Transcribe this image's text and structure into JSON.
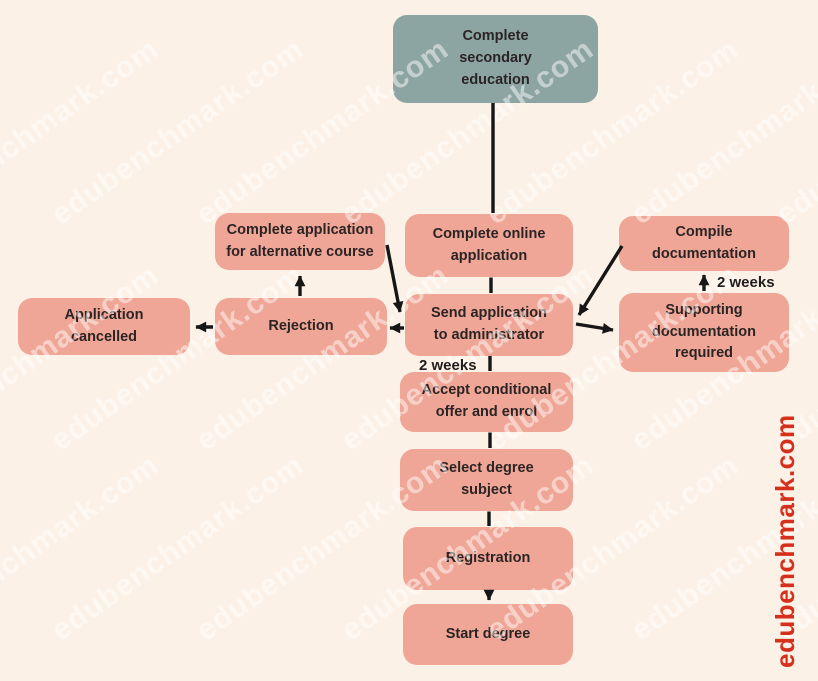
{
  "colors": {
    "background": "#fcf1e7",
    "node_fill": "#f0a696",
    "start_fill": "#8da5a2",
    "node_text": "#2b2425",
    "arrow": "#161616",
    "watermark_red": "#d6301c"
  },
  "nodes": {
    "secondary": {
      "label": "Complete\nsecondary\neducation"
    },
    "online_app": {
      "label": "Complete online\napplication"
    },
    "alt_course": {
      "label": "Complete application\nfor alternative course"
    },
    "cancelled": {
      "label": "Application\ncancelled"
    },
    "rejection": {
      "label": "Rejection"
    },
    "send_admin": {
      "label": "Send application\nto administrator"
    },
    "compile_doc": {
      "label": "Compile\ndocumentation"
    },
    "supporting_doc": {
      "label": "Supporting\ndocumentation\nrequired"
    },
    "accept_offer": {
      "label": "Accept conditional\noffer and enrol"
    },
    "select_degree": {
      "label": "Select degree\nsubject"
    },
    "registration": {
      "label": "Registration"
    },
    "start_degree": {
      "label": "Start degree"
    }
  },
  "annotations": {
    "send_to_accept_label": "2 weeks",
    "supporting_to_compile_label": "2 weeks"
  },
  "edges": [
    {
      "from": "secondary",
      "to": "online_app",
      "arrowhead": false
    },
    {
      "from": "online_app",
      "to": "send_admin",
      "arrowhead": false
    },
    {
      "from": "alt_course",
      "to": "send_admin",
      "arrowhead": true
    },
    {
      "from": "rejection",
      "to": "alt_course",
      "arrowhead": true
    },
    {
      "from": "rejection",
      "to": "cancelled",
      "arrowhead": true
    },
    {
      "from": "send_admin",
      "to": "rejection",
      "arrowhead": true
    },
    {
      "from": "compile_doc",
      "to": "send_admin",
      "arrowhead": true
    },
    {
      "from": "send_admin",
      "to": "supporting_doc",
      "arrowhead": true
    },
    {
      "from": "supporting_doc",
      "to": "compile_doc",
      "arrowhead": true,
      "label": "2 weeks"
    },
    {
      "from": "send_admin",
      "to": "accept_offer",
      "arrowhead": false,
      "label": "2 weeks"
    },
    {
      "from": "accept_offer",
      "to": "select_degree",
      "arrowhead": false
    },
    {
      "from": "select_degree",
      "to": "registration",
      "arrowhead": false
    },
    {
      "from": "registration",
      "to": "start_degree",
      "arrowhead": true
    }
  ],
  "watermark": {
    "diagonal_text": "edubenchmark.com",
    "vertical_text": "edubenchmark.com",
    "rows": [
      232,
      458,
      648
    ],
    "cols": [
      -80,
      65,
      210,
      355,
      500,
      645,
      790
    ]
  }
}
